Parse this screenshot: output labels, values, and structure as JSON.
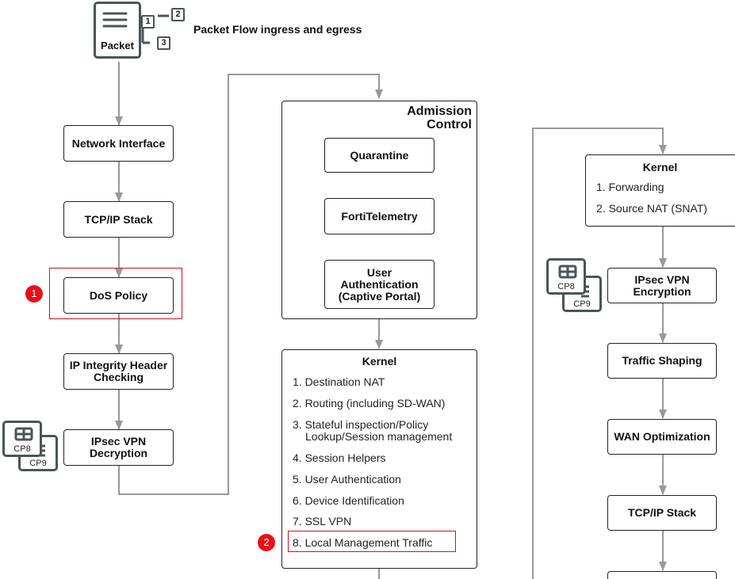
{
  "header": {
    "title": "Packet Flow ingress and egress",
    "packet_label": "Packet",
    "packet_fragments": [
      "1",
      "2",
      "3"
    ]
  },
  "column1": {
    "boxes": [
      "Network Interface",
      "TCP/IP Stack",
      "DoS Policy",
      "IP Integrity Header Checking",
      "IPsec VPN Decryption"
    ],
    "chips": [
      "CP8",
      "CP9"
    ]
  },
  "admission_control": {
    "title": "Admission Control",
    "boxes": [
      "Quarantine",
      "FortiTelemetry",
      "User Authentication (Captive Portal)"
    ]
  },
  "kernel_ingress": {
    "title": "Kernel",
    "items": [
      "1. Destination NAT",
      "2. Routing (including SD-WAN)",
      "3. Stateful inspection/Policy Lookup/Session management",
      "4. Session Helpers",
      "5. User Authentication",
      "6. Device Identification",
      "7. SSL VPN",
      "8. Local Management Traffic"
    ]
  },
  "kernel_egress": {
    "title": "Kernel",
    "items": [
      "1. Forwarding",
      "2. Source NAT (SNAT)"
    ]
  },
  "column3": {
    "boxes": [
      "IPsec VPN Encryption",
      "Traffic Shaping",
      "WAN Optimization",
      "TCP/IP Stack"
    ],
    "chips": [
      "CP8",
      "CP9"
    ]
  },
  "callouts": [
    "1",
    "2"
  ],
  "colors": {
    "highlight": "#d0121b",
    "badge": "#e8101a",
    "arrow": "#999999",
    "icon": "#4a5556"
  }
}
